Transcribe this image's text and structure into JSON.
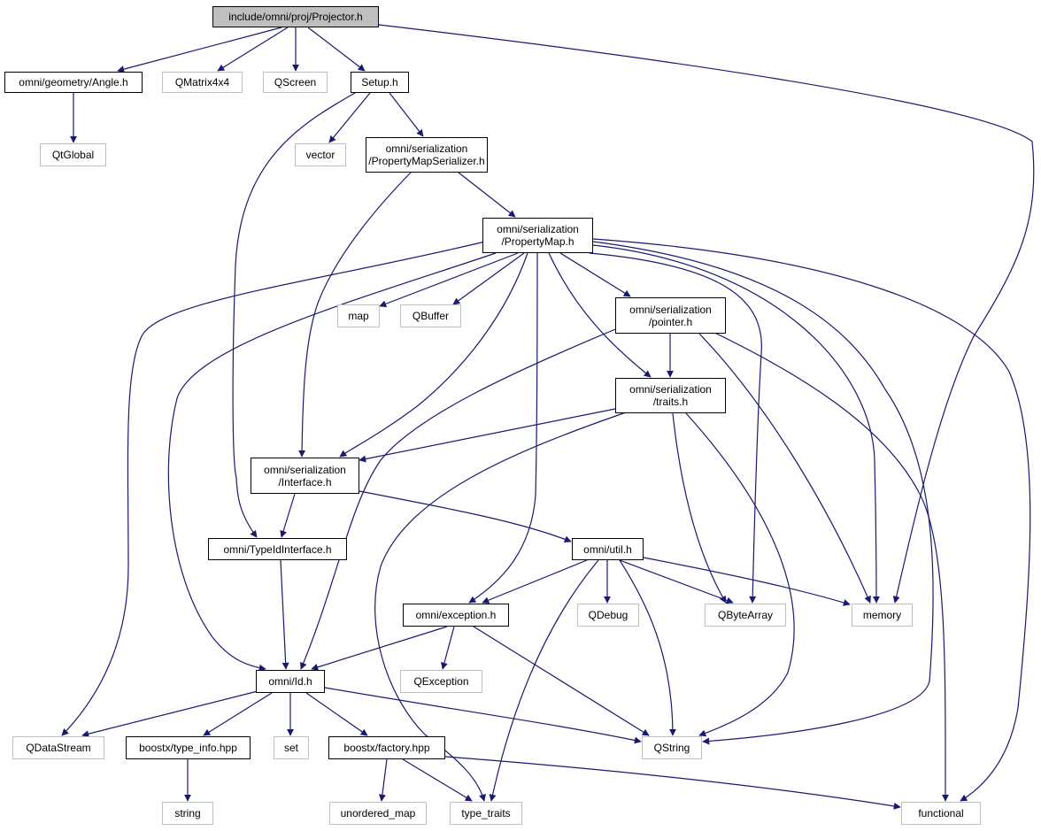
{
  "diagram": {
    "edge_color": "#191970",
    "external_border_color": "#bfbfbf",
    "root_fill_color": "#bfbfbf",
    "nodes": {
      "projector": "include/omni/proj/Projector.h",
      "angle": "omni/geometry/Angle.h",
      "qmatrix": "QMatrix4x4",
      "qscreen": "QScreen",
      "setup": "Setup.h",
      "qtglobal": "QtGlobal",
      "vector": "vector",
      "pms": "omni/serialization\n/PropertyMapSerializer.h",
      "propertymap": "omni/serialization\n/PropertyMap.h",
      "map": "map",
      "qbuffer": "QBuffer",
      "pointer": "omni/serialization\n/pointer.h",
      "traits": "omni/serialization\n/traits.h",
      "interface": "omni/serialization\n/Interface.h",
      "typeid": "omni/TypeIdInterface.h",
      "util": "omni/util.h",
      "exception": "omni/exception.h",
      "qdebug": "QDebug",
      "qbytearray": "QByteArray",
      "memory": "memory",
      "qexception": "QException",
      "id": "omni/Id.h",
      "qdatastream": "QDataStream",
      "typeinfo": "boostx/type_info.hpp",
      "set": "set",
      "factory": "boostx/factory.hpp",
      "qstring": "QString",
      "string": "string",
      "unordered_map": "unordered_map",
      "type_traits": "type_traits",
      "functional": "functional"
    }
  }
}
